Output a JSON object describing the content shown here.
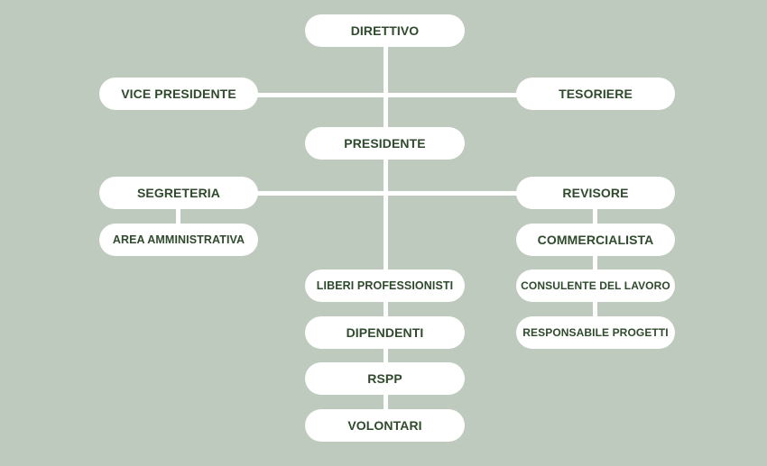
{
  "org_chart": {
    "nodes": {
      "direttivo": "DIRETTIVO",
      "vice_presidente": "VICE PRESIDENTE",
      "tesoriere": "TESORIERE",
      "presidente": "PRESIDENTE",
      "segreteria": "SEGRETERIA",
      "area_amministrativa": "AREA AMMINISTRATIVA",
      "revisore": "REVISORE",
      "commercialista": "COMMERCIALISTA",
      "consulente_del_lavoro": "CONSULENTE DEL LAVORO",
      "responsabile_progetti": "RESPONSABILE PROGETTI",
      "liberi_professionisti": "LIBERI PROFESSIONISTI",
      "dipendenti": "DIPENDENTI",
      "rspp": "RSPP",
      "volontari": "VOLONTARI"
    },
    "colors": {
      "background": "#bfcabe",
      "node_fill": "#ffffff",
      "text": "#2f4a2c",
      "connector": "#ffffff"
    }
  }
}
